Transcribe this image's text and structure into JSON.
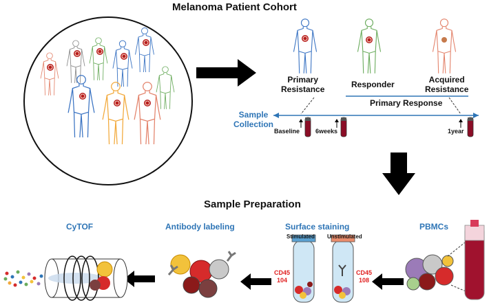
{
  "header": {
    "title": "Melanoma Patient Cohort"
  },
  "groups": {
    "primary_resistance": "Primary\nResistance",
    "responder": "Responder",
    "acquired_resistance": "Acquired\nResistance",
    "primary_response": "Primary Response"
  },
  "timeline": {
    "sample_collection": "Sample\nCollection",
    "baseline": "Baseline",
    "week6": "6weeks",
    "year1": "1year"
  },
  "prep": {
    "title": "Sample Preparation",
    "cytof": "CyTOF",
    "antibody_labeling": "Antibody labeling",
    "surface_staining": "Surface staining",
    "pbmcs": "PBMCs",
    "stimulated": "Stimulated",
    "unstimulated": "Unstimulated",
    "cd45_104": "CD45\n104",
    "cd45_108": "CD45\n108"
  },
  "colors": {
    "accent": "#2e75b6",
    "marker": "#e02020",
    "blood": "#a0122e"
  }
}
